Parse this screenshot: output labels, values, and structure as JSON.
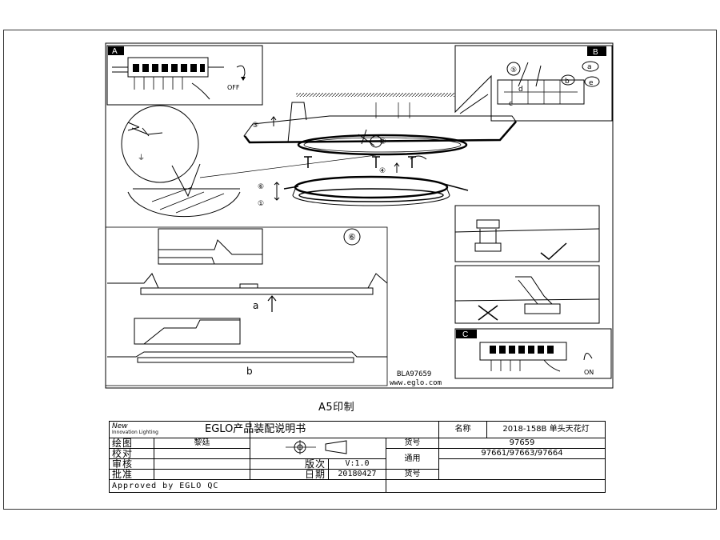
{
  "panels": {
    "a_label": "A",
    "b_label": "B",
    "c_label": "C",
    "off_text": "OFF",
    "on_text": "ON",
    "step_1": "①",
    "step_2": "②",
    "step_3": "③",
    "step_4": "④",
    "step_5": "⑤",
    "step_6": "⑥",
    "step_6_detail": "⑥",
    "letter_a": "a",
    "letter_b": "b",
    "letter_c": "c",
    "letter_d": "d",
    "letter_e": "e",
    "arrow_a": "a",
    "arrow_b": "b",
    "model_code": "BLA97659",
    "website": "www.eglo.com"
  },
  "print_size": "A5印制",
  "title_block": {
    "logo_top": "New",
    "logo_sub": "Innovation Lighting",
    "brand_title": "EGLO产品装配说明书",
    "name_label": "名称",
    "name_value": "2018-158B 单头天花灯",
    "drawing_label": "绘图",
    "drawer": "黎廷",
    "item_no_label": "货号",
    "item_no_value": "97659",
    "check_label": "校对",
    "common_label": "通用",
    "common_no_label": "货号",
    "common_value": "97661/97663/97664",
    "review_label": "审核",
    "version_label": "版次",
    "version_value": "V:1.0",
    "approve_label": "批准",
    "date_label": "日期",
    "date_value": "20180427",
    "approved_by": "Approved by EGLO QC"
  }
}
